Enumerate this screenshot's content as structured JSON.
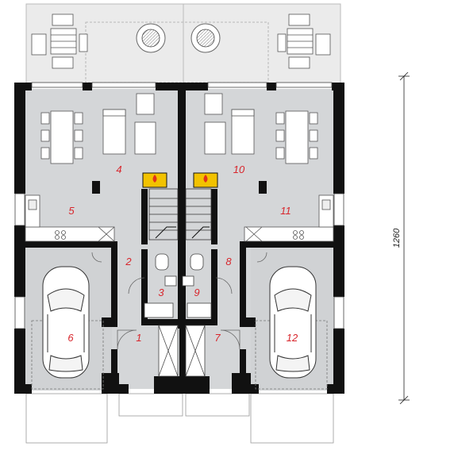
{
  "plan": {
    "dimension": "1260",
    "rooms": [
      {
        "id": "r1",
        "label": "1"
      },
      {
        "id": "r2",
        "label": "2"
      },
      {
        "id": "r3",
        "label": "3"
      },
      {
        "id": "r4",
        "label": "4"
      },
      {
        "id": "r5",
        "label": "5"
      },
      {
        "id": "r6",
        "label": "6"
      },
      {
        "id": "r7",
        "label": "7"
      },
      {
        "id": "r8",
        "label": "8"
      },
      {
        "id": "r9",
        "label": "9"
      },
      {
        "id": "r10",
        "label": "10"
      },
      {
        "id": "r11",
        "label": "11"
      },
      {
        "id": "r12",
        "label": "12"
      }
    ]
  },
  "colors": {
    "wall": "#111111",
    "floor": "#d4d6d8",
    "terrace": "#ebebeb",
    "furniture": "#ffffff",
    "label": "#d8262c",
    "fireplace": "#f2c200"
  }
}
